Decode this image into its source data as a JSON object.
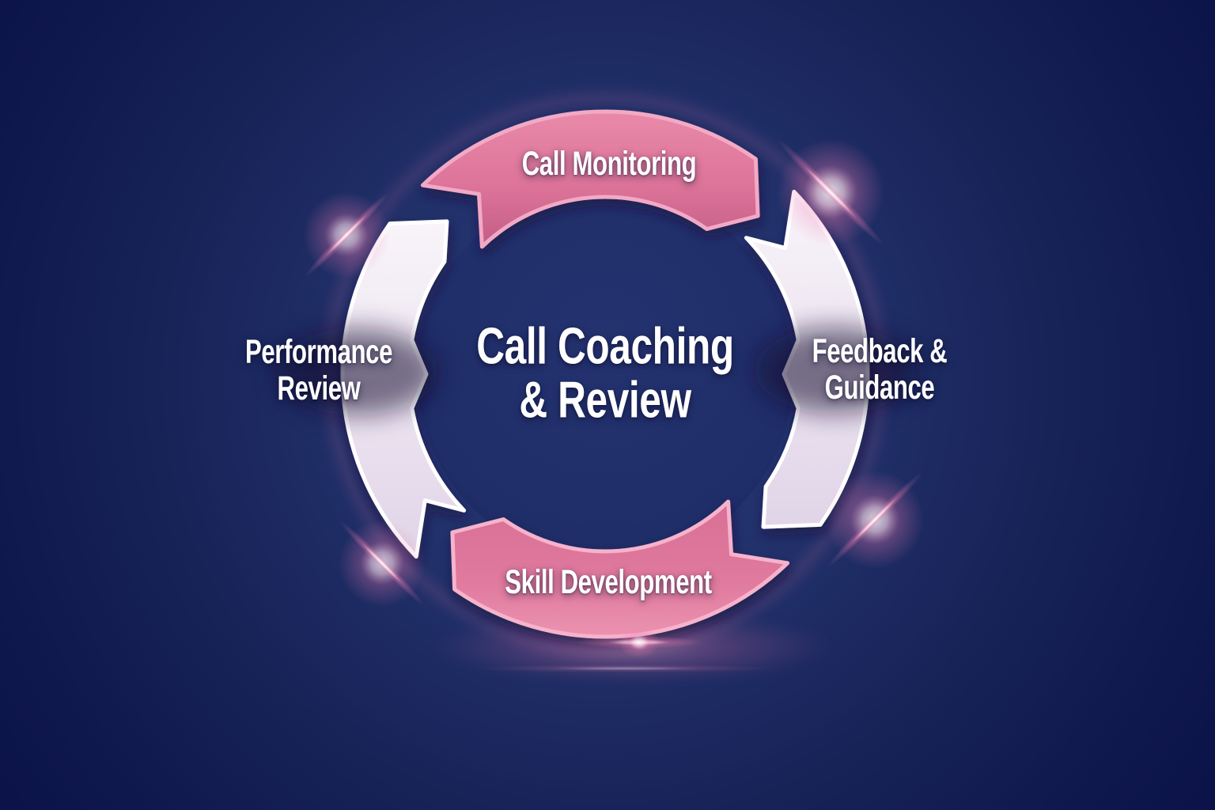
{
  "title": {
    "lines": [
      "Call Coaching",
      "& Review"
    ]
  },
  "segments": [
    {
      "id": "call-monitoring",
      "position": "top",
      "style": "pink",
      "lines": [
        "Call Monitoring"
      ]
    },
    {
      "id": "feedback-guidance",
      "position": "right",
      "style": "white",
      "lines": [
        "Feedback &",
        "Guidance"
      ]
    },
    {
      "id": "skill-development",
      "position": "bottom",
      "style": "pink",
      "lines": [
        "Skill Development"
      ]
    },
    {
      "id": "performance-review",
      "position": "left",
      "style": "white",
      "lines": [
        "Performance",
        "Review"
      ]
    }
  ],
  "flow_direction": "clockwise",
  "palette": {
    "background_navy": "#16215e",
    "background_corner": "#0b1348",
    "center_circle_navy": "#20306a",
    "arc_pink": "#e07c9e",
    "arc_pink_rim": "#f4aac6",
    "arc_white": "#efe8f3",
    "arc_white_rim": "#ffffff",
    "glow_pink": "#f48cb4",
    "text": "#ffffff"
  }
}
